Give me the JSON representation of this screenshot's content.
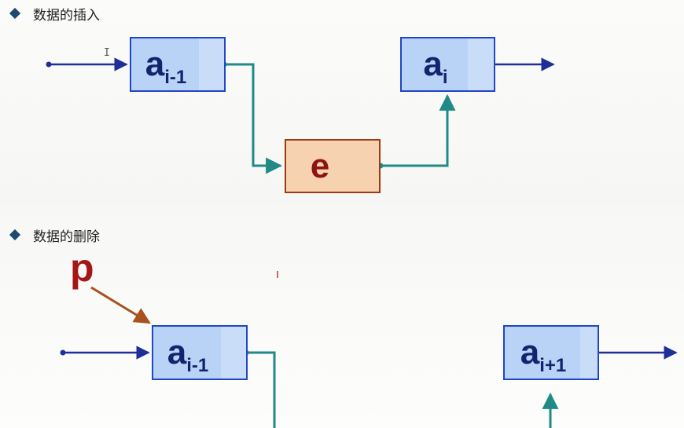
{
  "sections": {
    "insert_title": "数据的插入",
    "delete_title": "数据的删除"
  },
  "nodes": {
    "ins_prev": {
      "main": "a",
      "sub": "i-1"
    },
    "ins_next": {
      "main": "a",
      "sub": "i"
    },
    "ins_new": {
      "main": "e",
      "sub": ""
    },
    "del_prev": {
      "main": "a",
      "sub": "i-1"
    },
    "del_next": {
      "main": "a",
      "sub": "i+1"
    }
  },
  "pointer_label": "p",
  "colors": {
    "node_blue_fill": "#b9d3f7",
    "node_blue_border": "#2046c8",
    "node_orange_fill": "#f6d2b0",
    "node_orange_border": "#9b3b12",
    "teal_link": "#1f8a86",
    "arrow_blue": "#1f2f9a",
    "pointer_red": "#a41616"
  }
}
